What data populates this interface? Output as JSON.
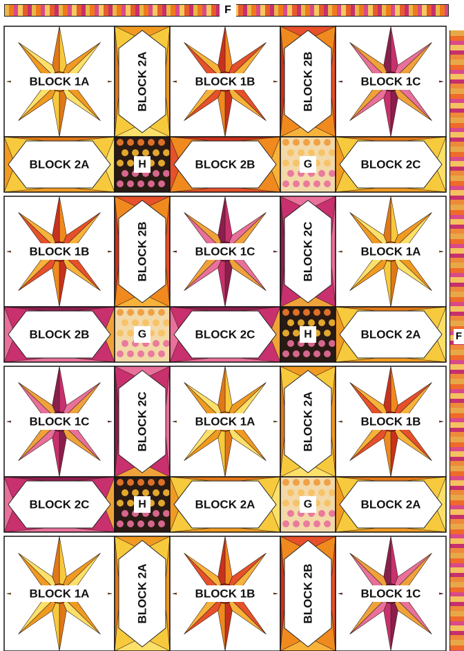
{
  "border_labels": {
    "top": "F",
    "right": "F"
  },
  "colors": {
    "gold": "#f5b830",
    "orange": "#ee6a1c",
    "magenta": "#c8306e",
    "pink": "#e8709a",
    "dark": "#2a1a14",
    "cream": "#f3d9a8",
    "white": "#ffffff"
  },
  "rows": [
    {
      "type": "star",
      "cells": [
        {
          "kind": "star",
          "label": "BLOCK 1A",
          "palette": "gold"
        },
        {
          "kind": "vsash",
          "label": "BLOCK 2A",
          "palette": "gold"
        },
        {
          "kind": "star",
          "label": "BLOCK 1B",
          "palette": "orange"
        },
        {
          "kind": "vsash",
          "label": "BLOCK 2B",
          "palette": "orange"
        },
        {
          "kind": "star",
          "label": "BLOCK 1C",
          "palette": "magenta"
        }
      ]
    },
    {
      "type": "sash",
      "cells": [
        {
          "kind": "hsash",
          "label": "BLOCK 2A",
          "palette": "gold"
        },
        {
          "kind": "square",
          "label": "H",
          "palette": "dark"
        },
        {
          "kind": "hsash",
          "label": "BLOCK 2B",
          "palette": "orange"
        },
        {
          "kind": "square",
          "label": "G",
          "palette": "cream"
        },
        {
          "kind": "hsash",
          "label": "BLOCK 2C",
          "palette": "gold"
        }
      ]
    },
    {
      "type": "star",
      "cells": [
        {
          "kind": "star",
          "label": "BLOCK 1B",
          "palette": "orange"
        },
        {
          "kind": "vsash",
          "label": "BLOCK 2B",
          "palette": "orange"
        },
        {
          "kind": "star",
          "label": "BLOCK 1C",
          "palette": "magenta"
        },
        {
          "kind": "vsash",
          "label": "BLOCK 2C",
          "palette": "magenta"
        },
        {
          "kind": "star",
          "label": "BLOCK 1A",
          "palette": "gold"
        }
      ]
    },
    {
      "type": "sash",
      "cells": [
        {
          "kind": "hsash",
          "label": "BLOCK 2B",
          "palette": "magenta"
        },
        {
          "kind": "square",
          "label": "G",
          "palette": "cream"
        },
        {
          "kind": "hsash",
          "label": "BLOCK 2C",
          "palette": "magenta"
        },
        {
          "kind": "square",
          "label": "H",
          "palette": "dark"
        },
        {
          "kind": "hsash",
          "label": "BLOCK 2A",
          "palette": "gold"
        }
      ]
    },
    {
      "type": "star",
      "cells": [
        {
          "kind": "star",
          "label": "BLOCK 1C",
          "palette": "magenta"
        },
        {
          "kind": "vsash",
          "label": "BLOCK 2C",
          "palette": "magenta"
        },
        {
          "kind": "star",
          "label": "BLOCK 1A",
          "palette": "gold"
        },
        {
          "kind": "vsash",
          "label": "BLOCK 2A",
          "palette": "gold"
        },
        {
          "kind": "star",
          "label": "BLOCK 1B",
          "palette": "orange"
        }
      ]
    },
    {
      "type": "sash",
      "cells": [
        {
          "kind": "hsash",
          "label": "BLOCK 2C",
          "palette": "magenta"
        },
        {
          "kind": "square",
          "label": "H",
          "palette": "dark"
        },
        {
          "kind": "hsash",
          "label": "BLOCK 2A",
          "palette": "gold"
        },
        {
          "kind": "square",
          "label": "G",
          "palette": "cream"
        },
        {
          "kind": "hsash",
          "label": "BLOCK 2A",
          "palette": "gold"
        }
      ]
    },
    {
      "type": "star",
      "cells": [
        {
          "kind": "star",
          "label": "BLOCK 1A",
          "palette": "gold"
        },
        {
          "kind": "vsash",
          "label": "BLOCK 2A",
          "palette": "gold"
        },
        {
          "kind": "star",
          "label": "BLOCK 1B",
          "palette": "orange"
        },
        {
          "kind": "vsash",
          "label": "BLOCK 2B",
          "palette": "orange"
        },
        {
          "kind": "star",
          "label": "BLOCK 1C",
          "palette": "magenta"
        }
      ]
    }
  ]
}
